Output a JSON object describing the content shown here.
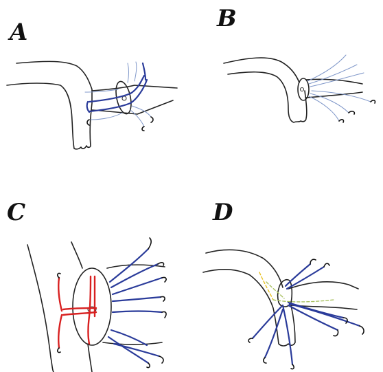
{
  "panels": [
    {
      "letter": "A"
    },
    {
      "letter": "B"
    },
    {
      "letter": "C"
    },
    {
      "letter": "D"
    }
  ],
  "colors": {
    "outline": "#222222",
    "suture_blue": "#2a3b9a",
    "suture_light_blue": "#7f97c9",
    "suture_red": "#d82020",
    "guide_green": "#a8c060",
    "guide_yellow": "#e8c020"
  }
}
